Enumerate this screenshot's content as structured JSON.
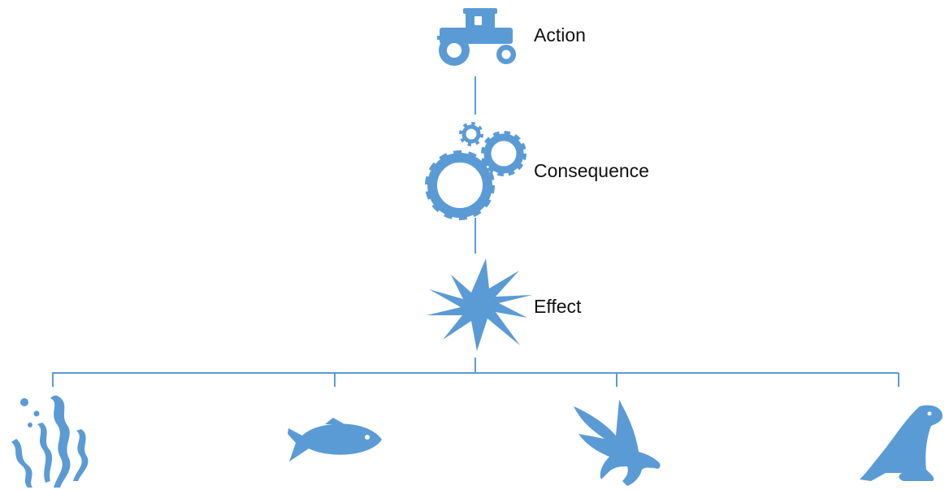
{
  "diagram": {
    "accent_color": "#5b9bd5",
    "nodes": [
      {
        "id": "action",
        "label": "Action",
        "icon": "tractor-icon"
      },
      {
        "id": "consequence",
        "label": "Consequence",
        "icon": "gears-icon"
      },
      {
        "id": "effect",
        "label": "Effect",
        "icon": "starburst-icon"
      }
    ],
    "targets": [
      {
        "id": "seaweed",
        "icon": "seaweed-icon"
      },
      {
        "id": "fish",
        "icon": "fish-icon"
      },
      {
        "id": "eagle",
        "icon": "eagle-icon"
      },
      {
        "id": "seal",
        "icon": "seal-icon"
      }
    ]
  }
}
